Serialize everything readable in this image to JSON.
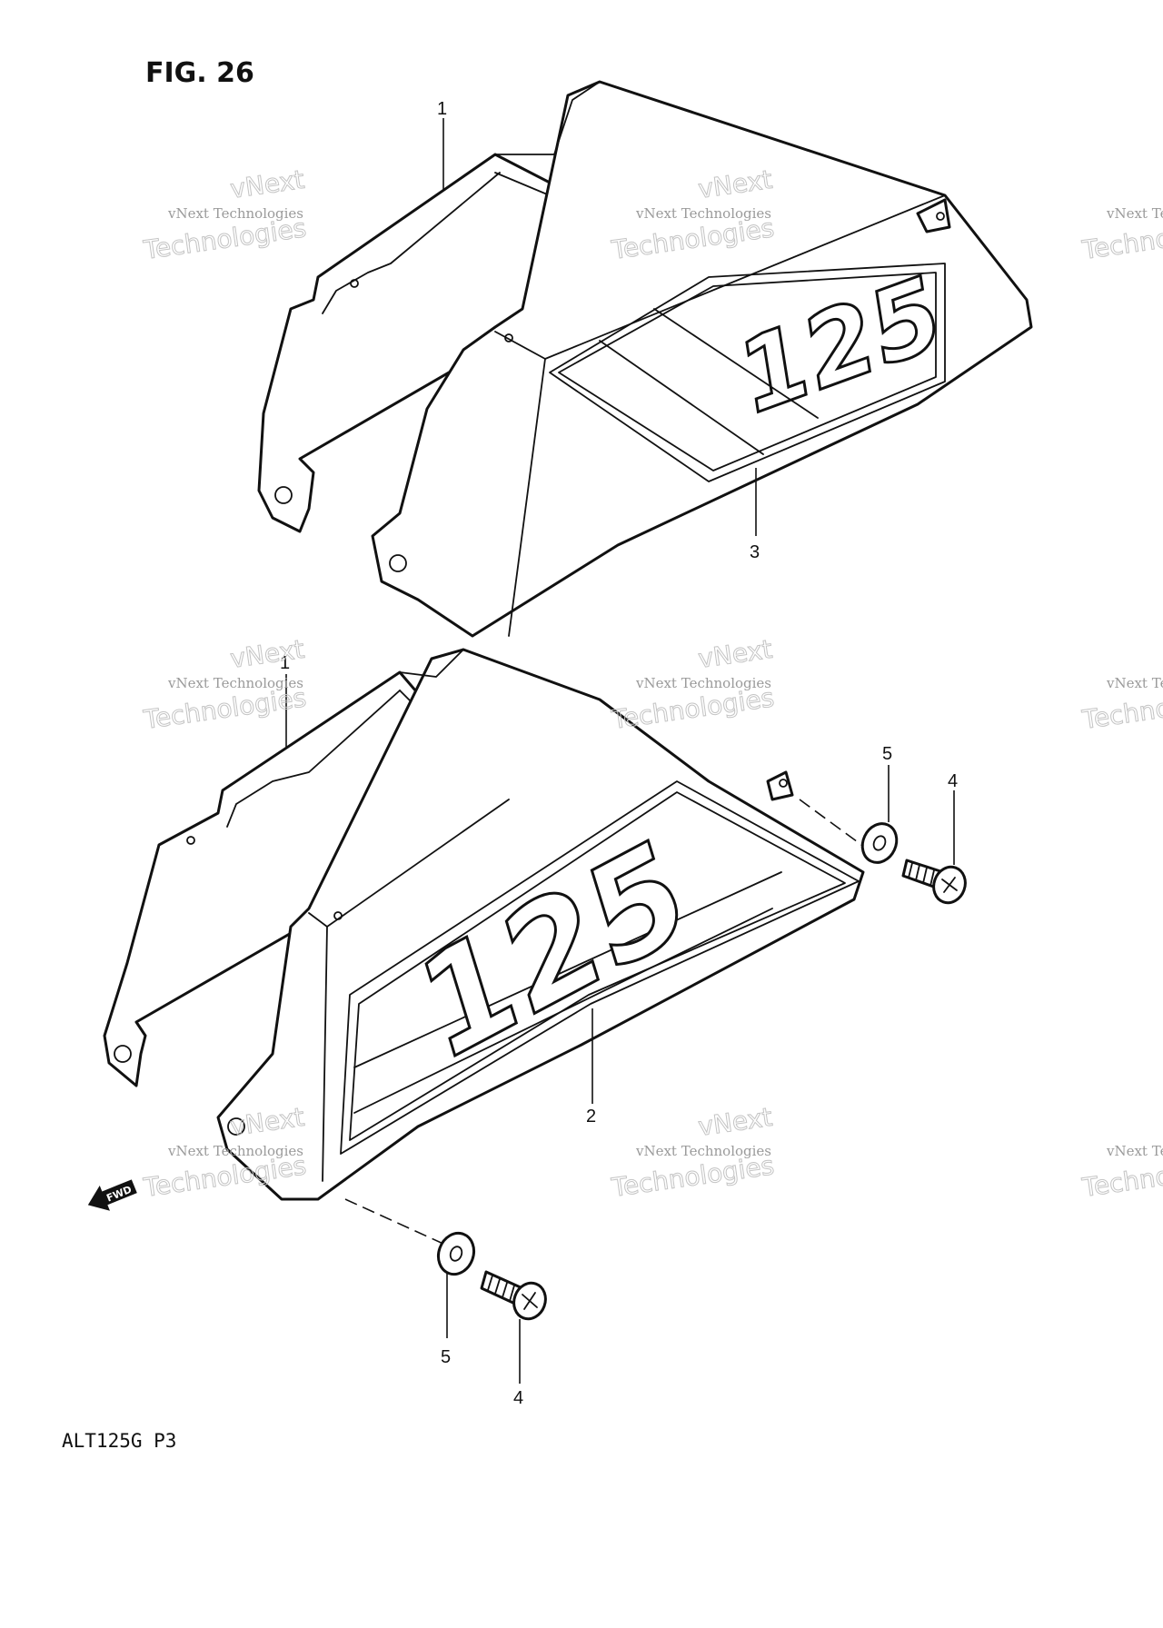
{
  "figure": {
    "title": "FIG. 26",
    "model_code": "ALT125G  P3"
  },
  "callouts": [
    {
      "id": "c1-top",
      "label": "1"
    },
    {
      "id": "c3",
      "label": "3"
    },
    {
      "id": "c1-bottom",
      "label": "1"
    },
    {
      "id": "c2",
      "label": "2"
    },
    {
      "id": "c5-right",
      "label": "5"
    },
    {
      "id": "c4-right",
      "label": "4"
    },
    {
      "id": "c5-bottom",
      "label": "5"
    },
    {
      "id": "c4-bottom",
      "label": "4"
    }
  ],
  "decal_text": "125",
  "fwd_label": "FWD",
  "watermark": {
    "line1": "vNext Technologies",
    "line2": "vNext",
    "line3": "Technologies"
  }
}
